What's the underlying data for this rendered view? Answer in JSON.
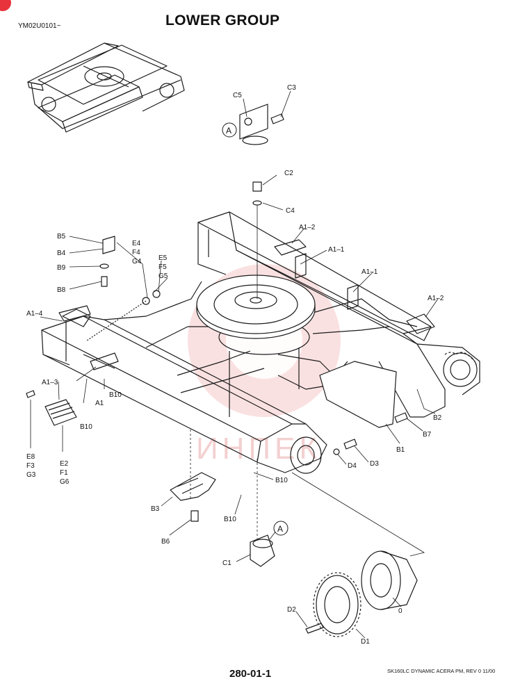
{
  "header": {
    "code": "YM02U0101~",
    "title": "LOWER GROUP"
  },
  "footer": {
    "page_number": "280-01-1",
    "model": "SK160LC DYNAMIC ACERA PM,  REV 0 11/00"
  },
  "colors": {
    "badge": "#e8323c",
    "watermark": "#f6c9c9",
    "line": "#1a1a1a"
  },
  "watermark": "ИНПЕК",
  "callouts": {
    "C5": "C5",
    "C3": "C3",
    "A_top": "A",
    "C2": "C2",
    "C4": "C4",
    "B5": "B5",
    "B4": "B4",
    "B9": "B9",
    "B8": "B8",
    "E4": "E4",
    "F4": "F4",
    "G4": "G4",
    "E5": "E5",
    "F5": "F5",
    "G5": "G5",
    "A1_2_left": "A1–2",
    "A1_1_left": "A1–1",
    "A1_1_right": "A1–1",
    "A1_2_right": "A1–2",
    "A1_4": "A1–4",
    "A1_3": "A1–3",
    "A1": "A1",
    "B10_a": "B10",
    "B10_b": "B10",
    "E8": "E8",
    "F3": "F3",
    "G3": "G3",
    "E2": "E2",
    "F1": "F1",
    "G6": "G6",
    "B2": "B2",
    "B7": "B7",
    "B1": "B1",
    "D3": "D3",
    "D4": "D4",
    "B10_c": "B10",
    "B3": "B3",
    "B10_d": "B10",
    "B6": "B6",
    "A_bottom": "A",
    "C1": "C1",
    "zero": "0",
    "D2": "D2",
    "D1": "D1"
  }
}
